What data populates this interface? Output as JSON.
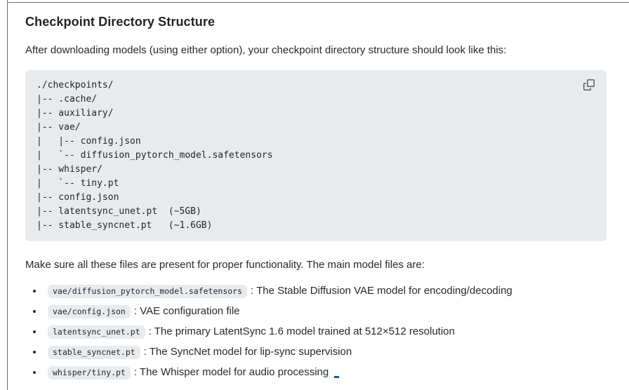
{
  "page": {
    "heading": "Checkpoint Directory Structure",
    "intro": "After downloading models (using either option), your checkpoint directory structure should look like this:",
    "code_block": {
      "lines": [
        "./checkpoints/",
        "|-- .cache/",
        "|-- auxiliary/",
        "|-- vae/",
        "|   |-- config.json",
        "|   `-- diffusion_pytorch_model.safetensors",
        "|-- whisper/",
        "|   `-- tiny.pt",
        "|-- config.json",
        "|-- latentsync_unet.pt  (~5GB)",
        "|-- stable_syncnet.pt   (~1.6GB)"
      ],
      "copy_icon": "copy-icon"
    },
    "outro": "Make sure all these files are present for proper functionality. The main model files are:",
    "bullets": [
      {
        "code": "vae/diffusion_pytorch_model.safetensors",
        "desc": ": The Stable Diffusion VAE model for encoding/decoding"
      },
      {
        "code": "vae/config.json",
        "desc": ": VAE configuration file"
      },
      {
        "code": "latentsync_unet.pt",
        "desc": ": The primary LatentSync 1.6 model trained at 512×512 resolution"
      },
      {
        "code": "stable_syncnet.pt",
        "desc": ": The SyncNet model for lip-sync supervision"
      },
      {
        "code": "whisper/tiny.pt",
        "desc": ": The Whisper model for audio processing"
      }
    ]
  },
  "colors": {
    "body_text": "#24292f",
    "heading_text": "#1f2328",
    "code_background": "#e8ebee",
    "copy_icon": "#57606a",
    "frame_border": "#6e6e6e",
    "cutoff_accent": "#0d55c4"
  }
}
